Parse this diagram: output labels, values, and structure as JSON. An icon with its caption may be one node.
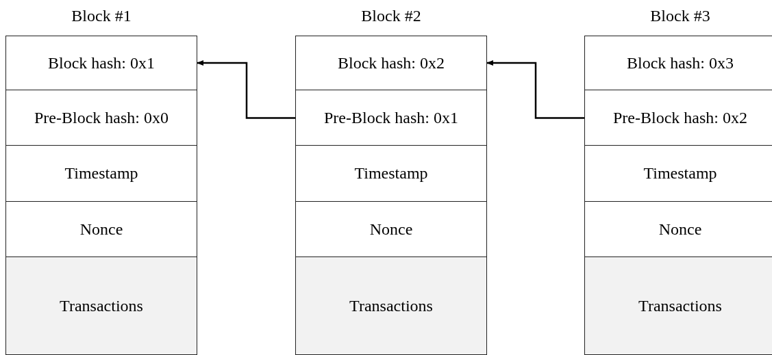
{
  "diagram": {
    "nodes": [
      {
        "text": [
          "Block #1"
        ]
      },
      {
        "text": [
          "Block hash: 0x1"
        ],
        "in": 0
      },
      {
        "text": [
          "Pre-Block hash: 0x0"
        ],
        "in": 0
      },
      {
        "text": [
          "Timestamp"
        ],
        "in": 0
      },
      {
        "text": [
          "Nonce"
        ],
        "in": 0
      },
      {
        "text": [
          "Transactions"
        ],
        "in": 0
      },
      {
        "text": [
          "Block #2"
        ]
      },
      {
        "text": [
          "Block hash: 0x2"
        ],
        "in": 6
      },
      {
        "text": [
          "Pre-Block hash: 0x1"
        ],
        "in": 6
      },
      {
        "text": [
          "Timestamp"
        ],
        "in": 6
      },
      {
        "text": [
          "Nonce"
        ],
        "in": 6
      },
      {
        "text": [
          "Transactions"
        ],
        "in": 6
      },
      {
        "text": [
          "Block #3"
        ]
      },
      {
        "text": [
          "Block hash: 0x3"
        ],
        "in": 12
      },
      {
        "text": [
          "Pre-Block hash: 0x2"
        ],
        "in": 12
      },
      {
        "text": [
          "Timestamp"
        ],
        "in": 12
      },
      {
        "text": [
          "Nonce"
        ],
        "in": 12
      },
      {
        "text": [
          "Transactions"
        ],
        "in": 12
      }
    ],
    "edges": [
      {
        "from": 8,
        "to": 1,
        "arrow": "to"
      },
      {
        "from": 14,
        "to": 7,
        "arrow": "to"
      }
    ]
  }
}
